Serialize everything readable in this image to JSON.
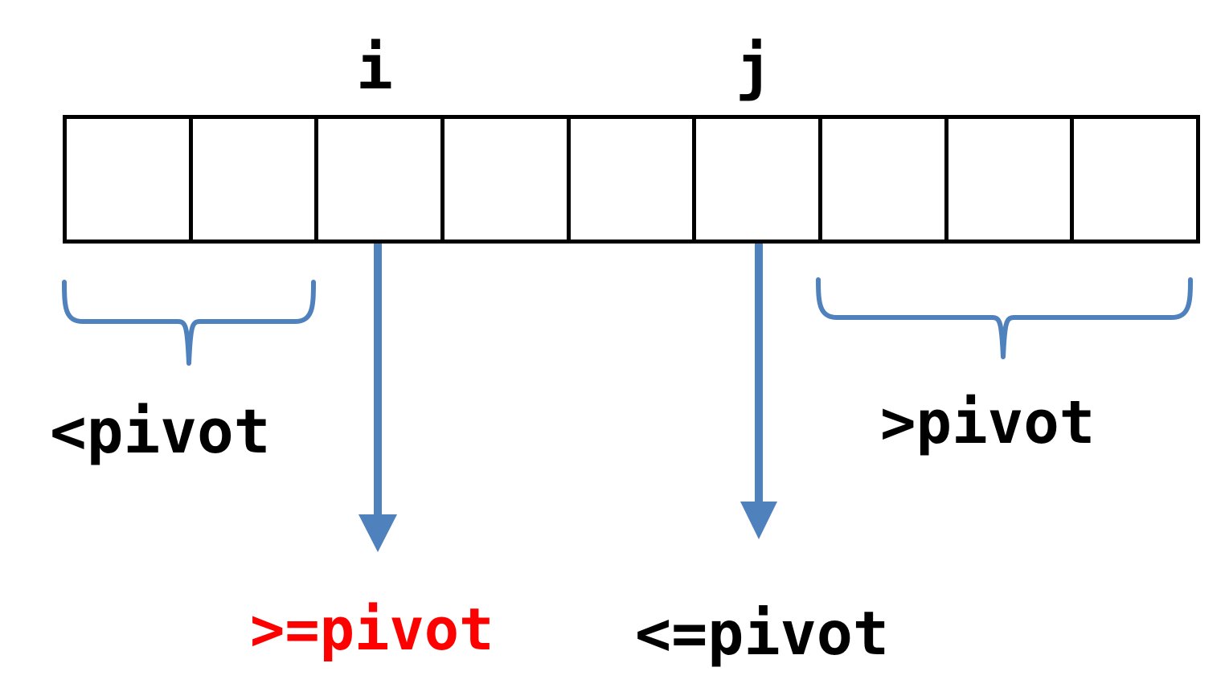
{
  "array": {
    "cell_count": 9
  },
  "pointers": {
    "i": {
      "label": "i",
      "cell_index": 3
    },
    "j": {
      "label": "j",
      "cell_index": 6
    }
  },
  "regions": {
    "left": {
      "label": "<pivot",
      "cells_covered": 2
    },
    "right": {
      "label": ">pivot",
      "cells_covered": 3
    }
  },
  "conditions": {
    "at_i": {
      "label": ">=pivot",
      "color": "#ff0000"
    },
    "at_j": {
      "label": "<=pivot",
      "color": "#000000"
    }
  },
  "colors": {
    "accent_blue": "#4f81bd",
    "text_black": "#000000",
    "highlight_red": "#ff0000",
    "background": "#ffffff"
  }
}
